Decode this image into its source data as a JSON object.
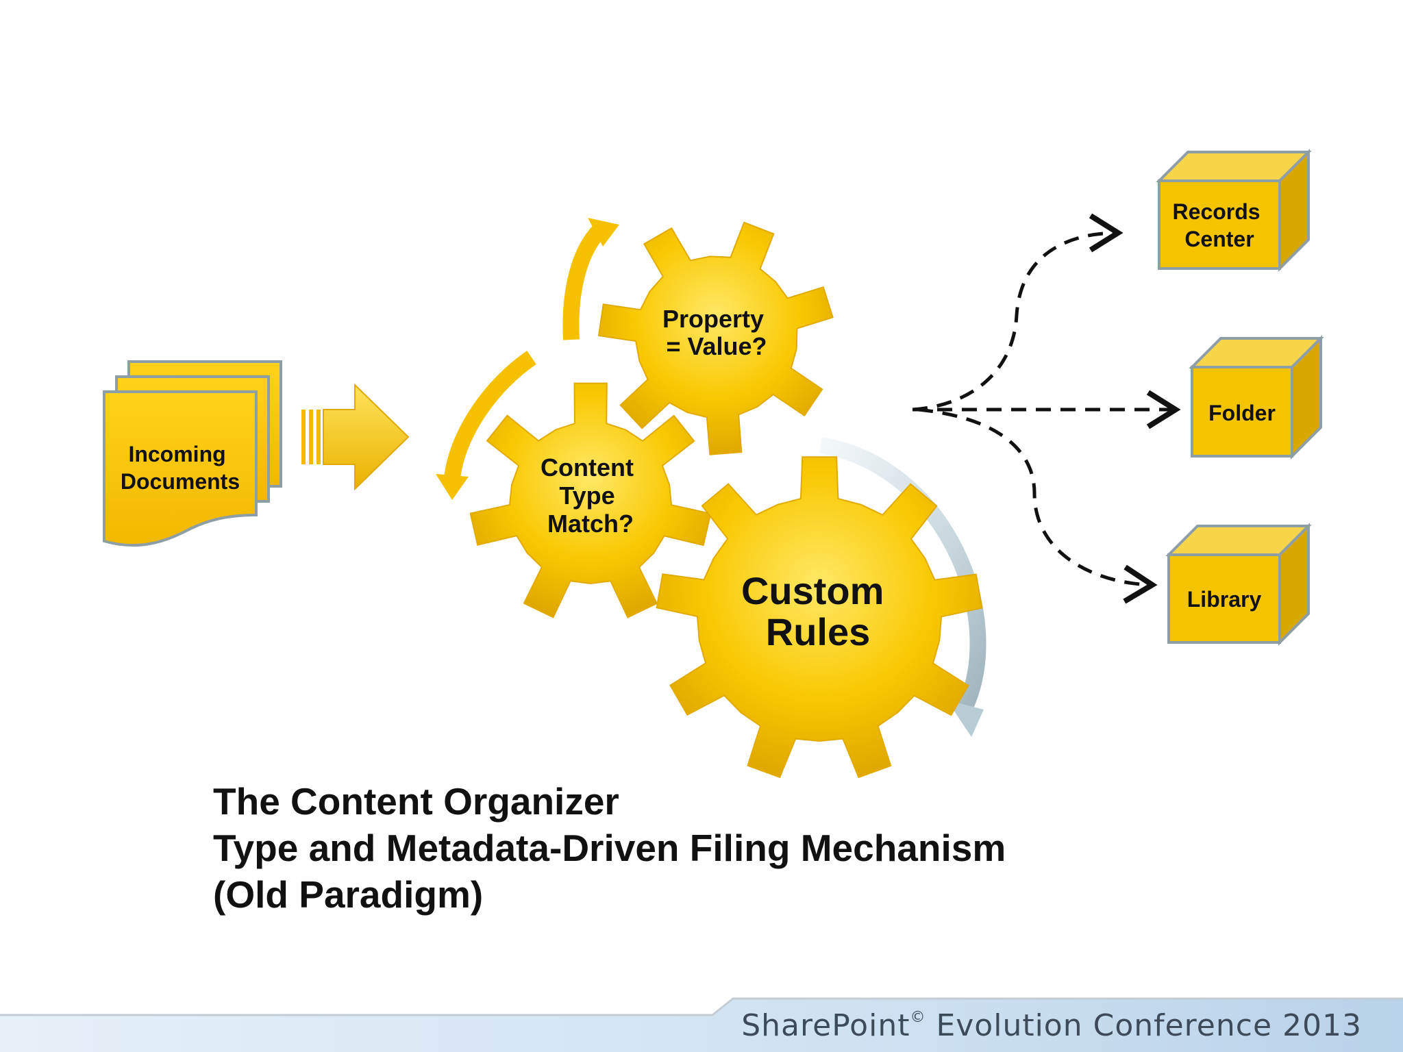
{
  "diagram": {
    "incoming_documents": [
      "Incoming",
      "Documents"
    ],
    "gear_property": [
      "Property",
      "= Value?"
    ],
    "gear_content_type": [
      "Content",
      "Type",
      "Match?"
    ],
    "gear_custom_rules": [
      "Custom",
      "Rules"
    ],
    "destination_records": [
      "Records",
      "Center"
    ],
    "destination_folder": "Folder",
    "destination_library": "Library"
  },
  "title": {
    "line1": "The Content Organizer",
    "line2": "Type and Metadata-Driven Filing Mechanism",
    "line3": "(Old Paradigm)"
  },
  "footer": {
    "brand": "SharePoint",
    "mark": "©",
    "rest": " Evolution Conference 2013"
  },
  "colors": {
    "gold": "#f6c400",
    "gold_light": "#ffe25a",
    "gold_dark": "#cfa000",
    "outline_gray": "#8e9ea6",
    "footer_blue": "#cfe2f2"
  }
}
